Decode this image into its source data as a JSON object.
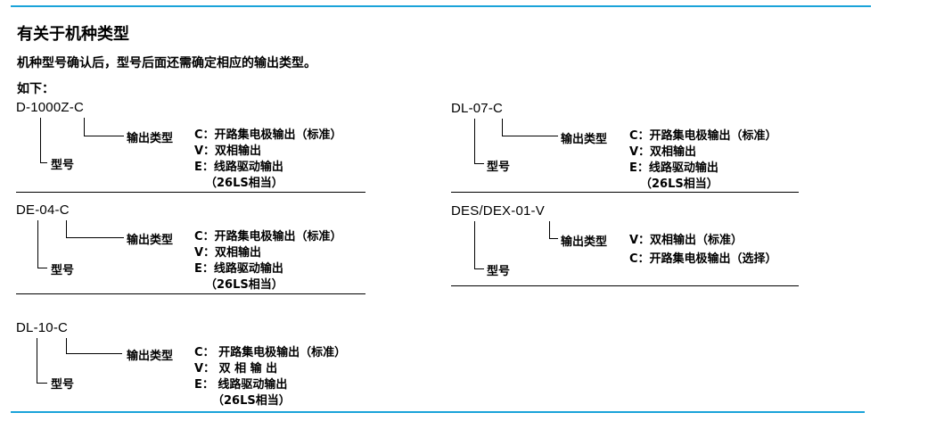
{
  "colors": {
    "accent_rule": "#1aa3d9"
  },
  "heading": "有关于机种类型",
  "intro": "机种型号确认后，型号后面还需确定相应的输出类型。",
  "as_follows": "如下：",
  "models": [
    {
      "code": "D-1000Z-C",
      "output_label": "输出类型",
      "model_label": "型号",
      "options": [
        "C：开路集电极输出（标准）",
        "V：双相输出",
        "E：线路驱动输出",
        "（26LS相当）"
      ]
    },
    {
      "code": "DE-04-C",
      "output_label": "输出类型",
      "model_label": "型号",
      "options": [
        "C：开路集电极输出（标准）",
        "V：双相输出",
        "E：线路驱动输出",
        "（26LS相当）"
      ]
    },
    {
      "code": "DL-10-C",
      "output_label": "输出类型",
      "model_label": "型号",
      "options": [
        "C：  开路集电极输出（标准）",
        "V：  双 相  输  出",
        "E：  线路驱动输出",
        "（26LS相当）"
      ]
    },
    {
      "code": "DL-07-C",
      "output_label": "输出类型",
      "model_label": "型号",
      "options": [
        "C：开路集电极输出（标准）",
        "V：双相输出",
        "E：线路驱动输出",
        "（26LS相当）"
      ]
    },
    {
      "code": "DES/DEX-01-V",
      "output_label": "输出类型",
      "model_label": "型号",
      "options": [
        "V：双相输出（标准）",
        "C：开路集电极输出（选择）"
      ]
    }
  ]
}
